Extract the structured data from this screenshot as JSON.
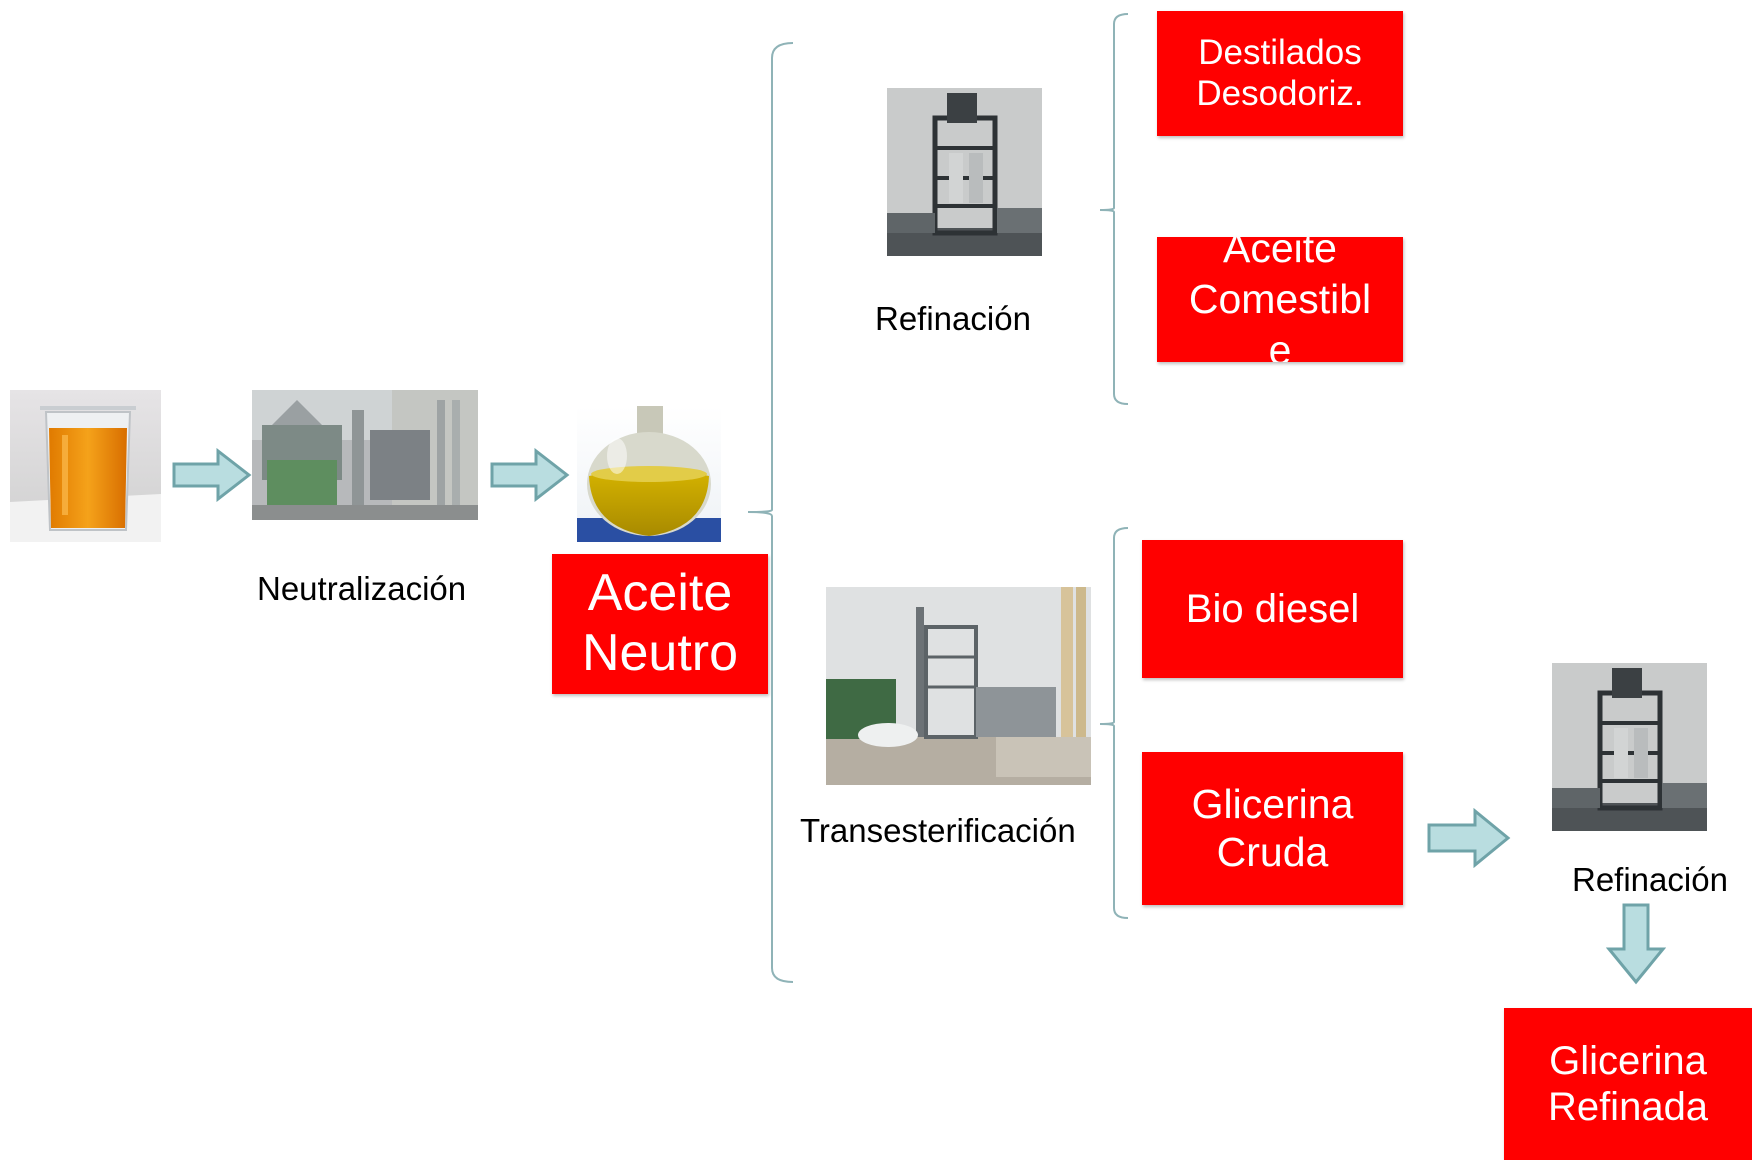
{
  "labels": {
    "neutralizacion": "Neutralización",
    "refinacion_top": "Refinación",
    "transesterificacion": "Transesterificación",
    "refinacion_right": "Refinación"
  },
  "boxes": {
    "aceite_neutro": [
      "Aceite",
      "Neutro"
    ],
    "destilados": [
      "Destilados",
      "Desodoriz."
    ],
    "aceite_comestible": [
      "Aceite",
      "Comestibl",
      "e"
    ],
    "bio_diesel": [
      "Bio diesel"
    ],
    "glicerina_cruda": [
      "Glicerina",
      "Cruda"
    ],
    "glicerina_refinada": [
      "Glicerina",
      "Refinada"
    ]
  },
  "images": {
    "beaker": "beaker-of-orange-oil",
    "neutralization_plant": "centrifuge-equipment",
    "flask": "flask-of-neutral-oil",
    "refining_tower_top": "refining-tower",
    "transesterification_plant": "biodiesel-plant",
    "refining_tower_right": "refining-tower"
  },
  "colors": {
    "box_red": "#ff0000",
    "arrow_fill": "#b9dde0",
    "arrow_stroke": "#6fa3a8",
    "bracket": "#8fb3b7"
  }
}
